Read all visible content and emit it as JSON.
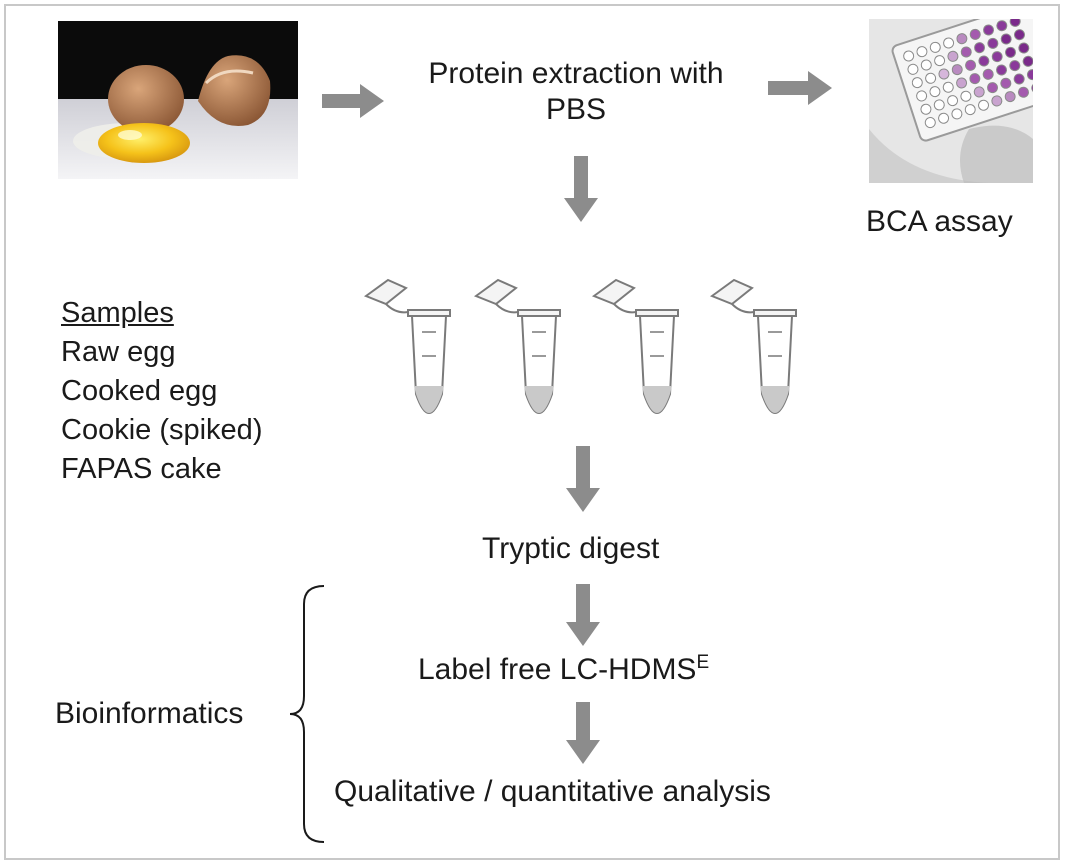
{
  "steps": {
    "extraction": [
      "Protein extraction with",
      "PBS"
    ],
    "bca": "BCA assay",
    "digest": "Tryptic digest",
    "lcms": {
      "main": "Label free LC-HDMS",
      "sup": "E"
    },
    "analysis": "Qualitative / quantitative analysis"
  },
  "samples": {
    "heading": "Samples",
    "items": [
      "Raw egg",
      "Cooked egg",
      "Cookie (spiked)",
      "FAPAS cake"
    ]
  },
  "bioinformatics": "Bioinformatics",
  "colors": {
    "arrow": "#8c8c8c",
    "liquid": "#c9c9c9",
    "tube_outline": "#7a7a7a",
    "plate_purple": "#8a3a9a"
  },
  "icons": [
    "egg-photo",
    "microplate-photo",
    "microcentrifuge-tube-icon",
    "arrow-right-icon",
    "arrow-down-icon",
    "curly-brace-icon"
  ]
}
